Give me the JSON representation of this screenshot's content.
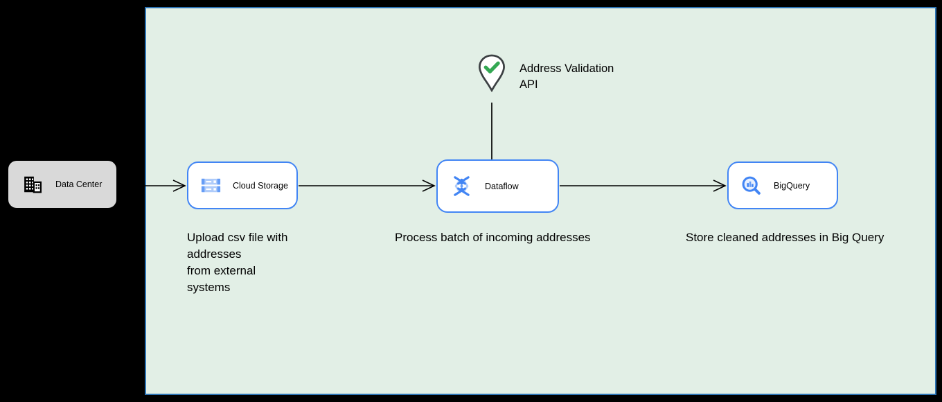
{
  "diagram": {
    "type": "cloud-architecture-flow",
    "background": "#000000",
    "zone": {
      "name": "google-cloud-zone",
      "fill": "#e2efe6",
      "border_color": "#2d74b5"
    },
    "colors": {
      "node_border": "#4285f4",
      "node_fill": "#ffffff",
      "data_center_fill": "#d9d9d9",
      "icon_blue": "#4285f4",
      "icon_light_blue": "#aecbfa",
      "icon_mid_blue": "#669df6",
      "check_green": "#34a853",
      "pin_stroke": "#3c4043",
      "connector": "#000000",
      "text": "#000000"
    },
    "nodes": {
      "data_center": {
        "label": "Data Center",
        "icon": "building-icon"
      },
      "cloud_storage": {
        "label": "Cloud Storage",
        "icon": "cloud-storage-icon"
      },
      "dataflow": {
        "label": "Dataflow",
        "icon": "dataflow-icon"
      },
      "bigquery": {
        "label": "BigQuery",
        "icon": "bigquery-icon"
      }
    },
    "annotation": {
      "label": "Address Validation\nAPI",
      "icon": "location-pin-check-icon"
    },
    "captions": {
      "upload": "Upload csv file with\naddresses\nfrom external\nsystems",
      "process": "Process batch of incoming addresses",
      "store": "Store cleaned addresses in Big Query"
    },
    "edges": [
      {
        "from": "data_center",
        "to": "cloud_storage",
        "style": "open-arrow"
      },
      {
        "from": "cloud_storage",
        "to": "dataflow",
        "style": "open-arrow"
      },
      {
        "from": "dataflow",
        "to": "bigquery",
        "style": "open-arrow"
      },
      {
        "from": "address_validation_api",
        "to": "dataflow",
        "style": "plain-line"
      }
    ]
  }
}
